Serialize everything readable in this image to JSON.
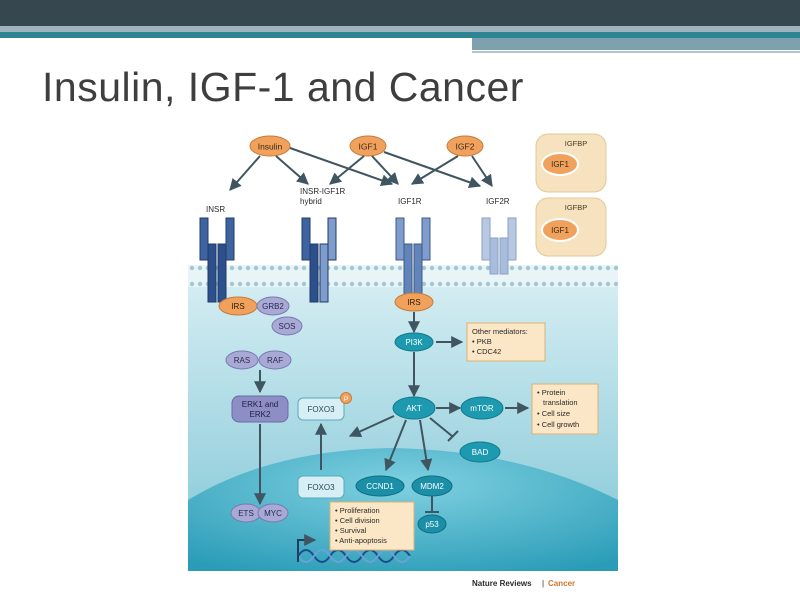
{
  "slide": {
    "title": "Insulin, IGF-1 and Cancer"
  },
  "figure": {
    "ligands": {
      "insulin": "Insulin",
      "igf1": "IGF1",
      "igf2": "IGF2"
    },
    "igfbp": [
      {
        "label": "IGFBP",
        "ligand": "IGF1"
      },
      {
        "label": "IGFBP",
        "ligand": "IGF1"
      }
    ],
    "receptors": {
      "insr": "INSR",
      "hybrid_line1": "INSR-IGF1R",
      "hybrid_line2": "hybrid",
      "igf1r": "IGF1R",
      "igf2r": "IGF2R"
    },
    "nodes": {
      "irs_left": "IRS",
      "grb2": "GRB2",
      "sos": "SOS",
      "ras": "RAS",
      "raf": "RAF",
      "erk_line1": "ERK1 and",
      "erk_line2": "ERK2",
      "irs_right": "IRS",
      "pi3k": "PI3K",
      "akt": "AKT",
      "mtor": "mTOR",
      "bad": "BAD",
      "foxo3_cyto": "FOXO3",
      "phospho": "P",
      "foxo3_nuc": "FOXO3",
      "ccnd1": "CCND1",
      "mdm2": "MDM2",
      "p53": "p53",
      "ets": "ETS",
      "myc": "MYC"
    },
    "other_mediators": [
      "Other mediators:",
      "• PKB",
      "• CDC42"
    ],
    "mtor_outcomes": [
      "• Protein",
      "translation",
      "• Cell size",
      "• Cell growth"
    ],
    "nuclear_outcomes": [
      "• Proliferation",
      "• Cell division",
      "• Survival",
      "• Anti-apoptosis"
    ],
    "credit": {
      "journal": "Nature Reviews",
      "separator": "|",
      "section": "Cancer"
    }
  }
}
